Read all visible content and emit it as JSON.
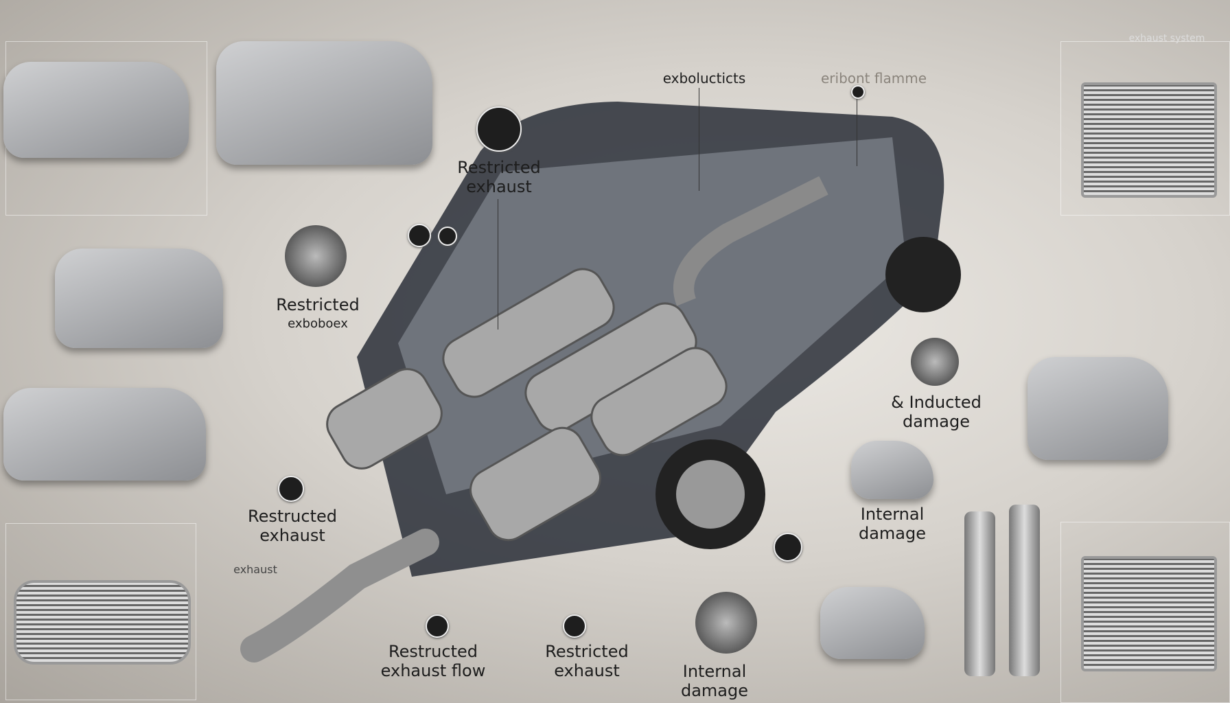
{
  "labels": {
    "top_1": "exbolucticts",
    "top_2": "eribont flamme",
    "top_right_title": "exhaust system",
    "restricted_exhaust_top": [
      "Restricted",
      "exhaust"
    ],
    "restricted_left": [
      "Restricted",
      "exboboex"
    ],
    "restructed_exhaust_left": [
      "Restructed",
      "exhaust"
    ],
    "restructed_exhaust_flow": [
      "Restructed",
      "exhaust flow"
    ],
    "restricted_exhaust_bottom": [
      "Restricted",
      "exhaust"
    ],
    "internal_damage_bottom": [
      "Internal",
      "damage"
    ],
    "internal_damage_right": [
      "Internal",
      "damage"
    ],
    "inducted_damage": [
      "& Inducted",
      "damage"
    ],
    "exhaust_small": "exhaust"
  },
  "colors": {
    "background": "#d6d2cc",
    "car_body": "#2a2f38",
    "metal": "#9a9a9a"
  }
}
